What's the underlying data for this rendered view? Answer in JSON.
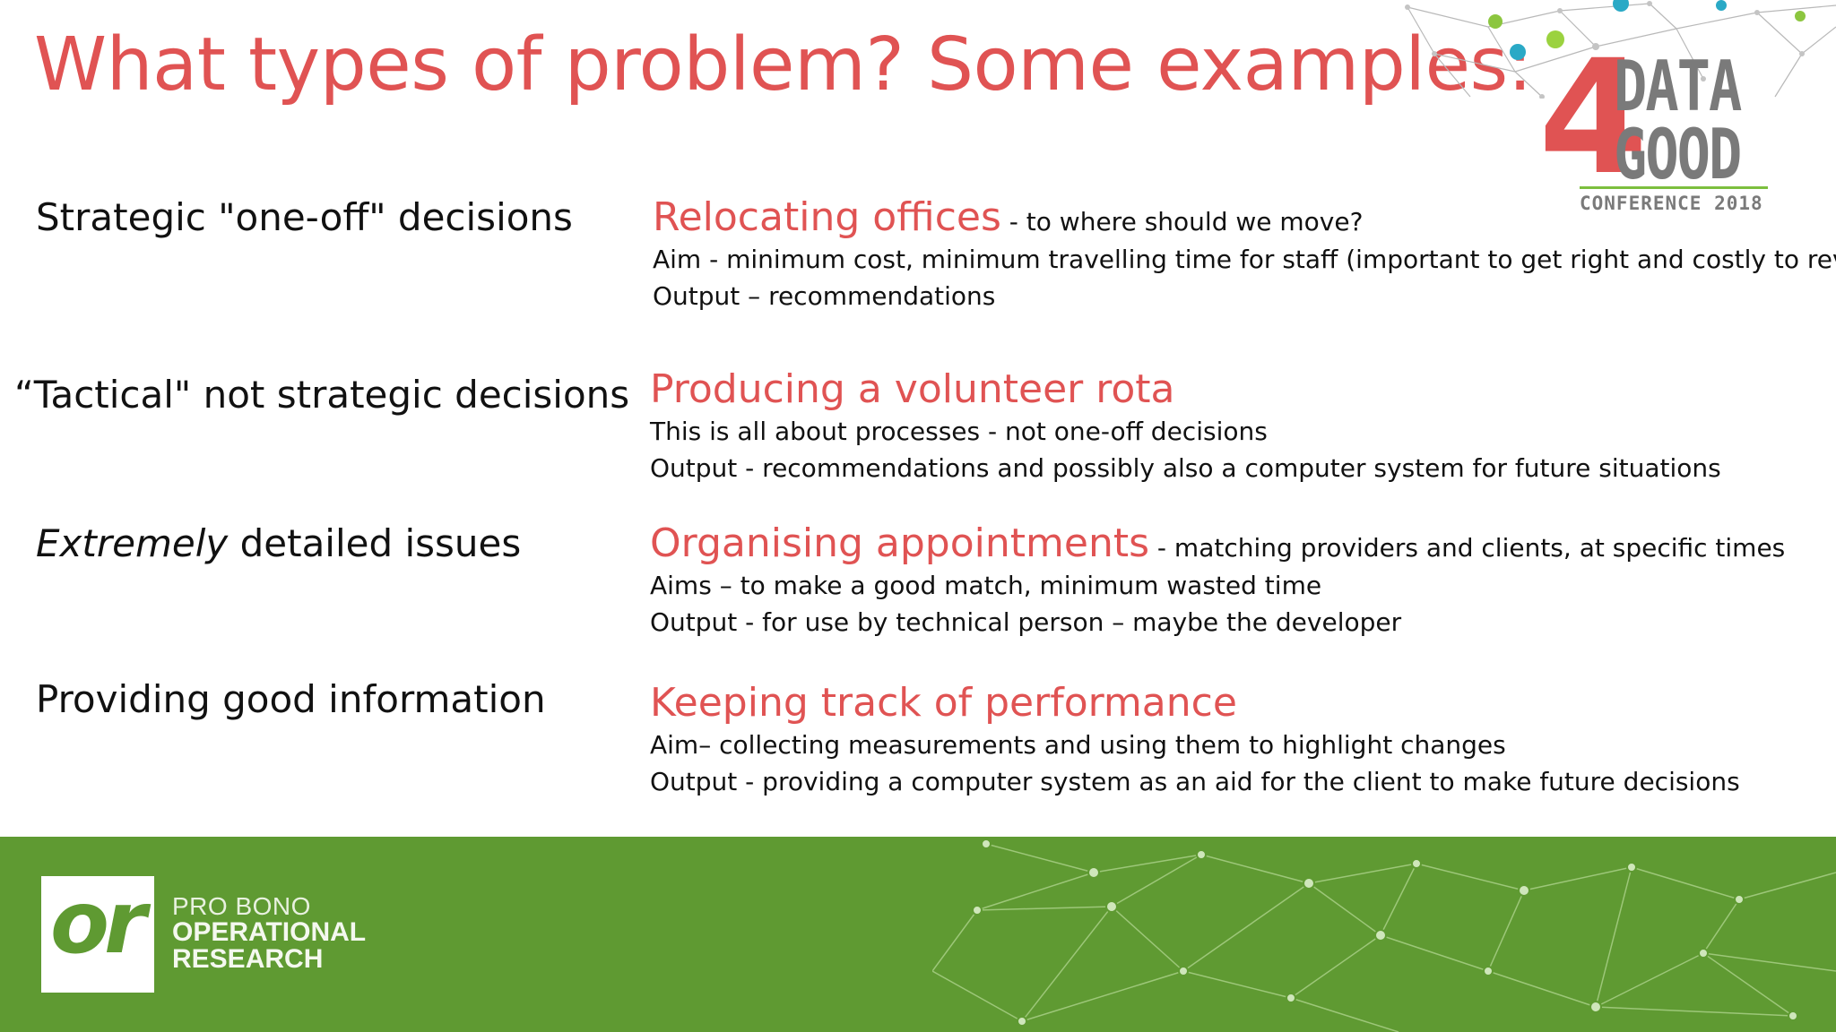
{
  "slide": {
    "title": "What types of problem? Some examples:",
    "colors": {
      "accent_red": "#e05353",
      "footer_green": "#5f9a32",
      "logo_grey": "#7a7a7a",
      "logo_green": "#7cbf3e",
      "text": "#111111"
    }
  },
  "logo_d4g": {
    "number": "4",
    "word1": "DATA",
    "word2": "GOOD",
    "subtitle": "CONFERENCE 2018"
  },
  "rows": [
    {
      "category": "Strategic \"one-off\" decisions",
      "heading": "Relocating offices",
      "heading_suffix": " - to where should we move?",
      "line1": "Aim -  minimum cost, minimum travelling time for staff (important to get right and costly to reverse)",
      "line2": "Output – recommendations"
    },
    {
      "category": "“Tactical\" not strategic decisions",
      "heading": "Producing a volunteer rota",
      "line1": "This is all about processes - not one-off decisions",
      "line2": "Output - recommendations and possibly also a computer system for future situations"
    },
    {
      "category_emphasis": "Extremely",
      "category_rest": " detailed issues",
      "heading": "Organising appointments",
      "heading_suffix": " - matching providers and clients, at specific times",
      "line1": "Aims – to make a good match, minimum wasted time",
      "line2": "Output - for use by technical person – maybe the developer"
    },
    {
      "category": "Providing good information",
      "heading": "Keeping track of performance",
      "line1": "Aim– collecting measurements and using them to highlight changes",
      "line2": "Output - providing a computer system as an aid for the client to make future decisions"
    }
  ],
  "footer": {
    "logo_mark": "or",
    "org_line1": "PRO BONO",
    "org_line2": "OPERATIONAL",
    "org_line3": "RESEARCH"
  }
}
